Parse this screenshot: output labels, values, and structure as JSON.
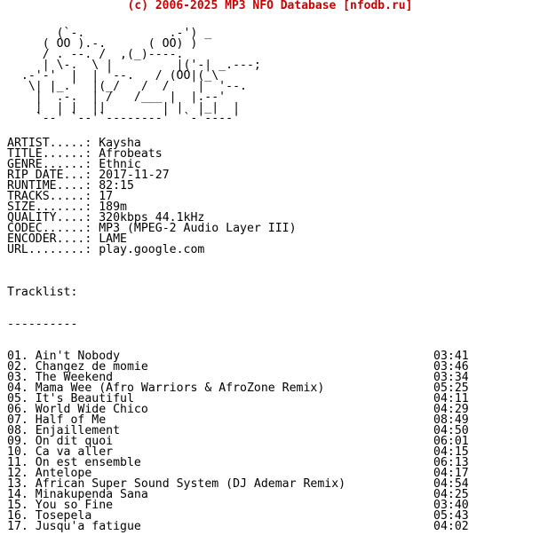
{
  "header": "(c) 2006-2025 MP3 NFO Database [nfodb.ru]",
  "ascii_art": [
    "       (`-.            .-') _",
    "     ( OO ).-.      ( OO) )",
    "     / . --. /  ,(_)----.",
    "     | \\-.  \\ |         |('-| _.---;",
    "  .-'-'  |  | '--.   / (OO|(_\\",
    "   \\| |_.'  |(_/   /  /    |  '--.",
    "    |  .-.  | /   /___ |  |.--'",
    "    |  | |  ||        | |  |_|  |",
    "    `--' `--'`--------'  `-'----'"
  ],
  "meta": [
    {
      "label": "ARTIST.....:",
      "value": "Kaysha"
    },
    {
      "label": "TITLE......:",
      "value": "Afrobeats"
    },
    {
      "label": "GENRE......:",
      "value": "Ethnic"
    },
    {
      "label": "RIP DATE...:",
      "value": "2017-11-27"
    },
    {
      "label": "RUNTIME....:",
      "value": "82:15"
    },
    {
      "label": "TRACKS.....:",
      "value": "17"
    },
    {
      "label": "SIZE.......:",
      "value": "189m"
    },
    {
      "label": "QUALITY....:",
      "value": "320kbps 44.1kHz"
    },
    {
      "label": "CODEC......:",
      "value": "MP3 (MPEG-2 Audio Layer III)"
    },
    {
      "label": "ENCODER....:",
      "value": "LAME"
    },
    {
      "label": "URL........:",
      "value": "play.google.com"
    }
  ],
  "tracklist_title": "Tracklist:",
  "tracklist_rule": "----------",
  "tracks": [
    {
      "num": "01.",
      "title": "Ain't Nobody",
      "duration": "03:41"
    },
    {
      "num": "02.",
      "title": "Changez de momie",
      "duration": "03:46"
    },
    {
      "num": "03.",
      "title": "The Weekend",
      "duration": "03:34"
    },
    {
      "num": "04.",
      "title": "Mama Wee (Afro Warriors & AfroZone Remix)",
      "duration": "05:25"
    },
    {
      "num": "05.",
      "title": "It's Beautiful",
      "duration": "04:11"
    },
    {
      "num": "06.",
      "title": "World Wide Chico",
      "duration": "04:29"
    },
    {
      "num": "07.",
      "title": "Half of Me",
      "duration": "08:49"
    },
    {
      "num": "08.",
      "title": "Enjaillement",
      "duration": "04:50"
    },
    {
      "num": "09.",
      "title": "On dit quoi",
      "duration": "06:01"
    },
    {
      "num": "10.",
      "title": "Ca va aller",
      "duration": "04:15"
    },
    {
      "num": "11.",
      "title": "On est ensemble",
      "duration": "06:13"
    },
    {
      "num": "12.",
      "title": "Antelope",
      "duration": "04:17"
    },
    {
      "num": "13.",
      "title": "African Super Sound System (DJ Ademar Remix)",
      "duration": "04:54"
    },
    {
      "num": "14.",
      "title": "Minakupenda Sana",
      "duration": "04:25"
    },
    {
      "num": "15.",
      "title": "You so Fine",
      "duration": "03:40"
    },
    {
      "num": "16.",
      "title": "Tosepela",
      "duration": "05:43"
    },
    {
      "num": "17.",
      "title": "Jusqu'a fatigue",
      "duration": "04:02"
    }
  ]
}
